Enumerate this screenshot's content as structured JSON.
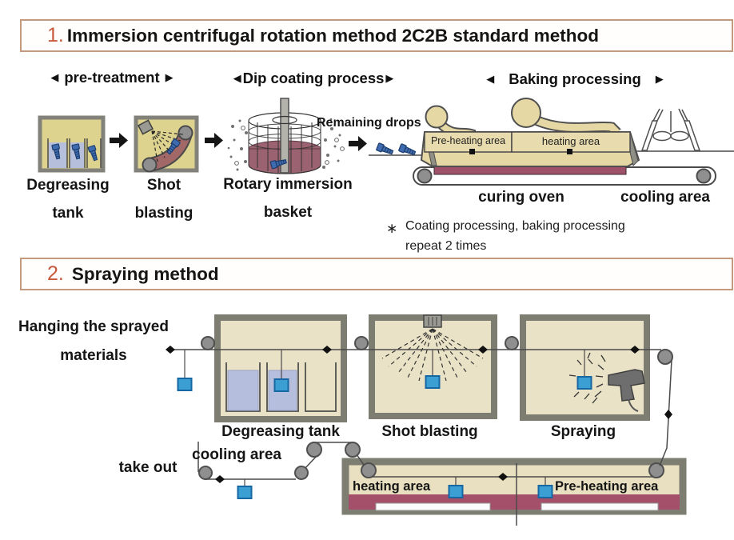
{
  "ui": {
    "tri_left": "◀",
    "tri_right": "▶",
    "note_mark": "∗"
  },
  "colors": {
    "accent_orange": "#c7593b",
    "title_border": "#c49a7e",
    "small_box_tan": "#ddd28e",
    "booth_tan": "#e9e2c6",
    "oven_tan": "#e5d8a4",
    "maroon": "#9e5168",
    "tank_liquid_blue": "#b6bedd",
    "hanging_part_blue": "#3b9fd4",
    "bolt_blue": "#3f6cb0",
    "roller_gray": "#8f8f8f"
  },
  "section1": {
    "number": "1.",
    "title": "Immersion centrifugal rotation method 2C2B standard method",
    "stages": [
      {
        "label": "pre-treatment"
      },
      {
        "label": "Dip coating process"
      },
      {
        "label": "Baking processing"
      }
    ],
    "labels": {
      "degreasing_line1": "Degreasing",
      "degreasing_line2": "tank",
      "shot_line1": "Shot",
      "shot_line2": "blasting",
      "rotary_line1": "Rotary immersion",
      "rotary_line2": "basket",
      "remaining_drops": "Remaining drops",
      "preheating_area": "Pre-heating area",
      "heating_area": "heating area",
      "curing_oven": "curing oven",
      "cooling_area": "cooling area"
    },
    "note": {
      "line1": "Coating processing, baking processing",
      "line2": "repeat 2 times"
    }
  },
  "section2": {
    "number": "2.",
    "title": "Spraying method",
    "labels": {
      "hanging_line1": "Hanging the sprayed",
      "hanging_line2": "materials",
      "degreasing_tank": "Degreasing tank",
      "shot_blasting": "Shot blasting",
      "spraying": "Spraying",
      "cooling_area": "cooling area",
      "take_out": "take out",
      "heating_area": "heating area",
      "preheating_area": "Pre-heating area"
    }
  }
}
